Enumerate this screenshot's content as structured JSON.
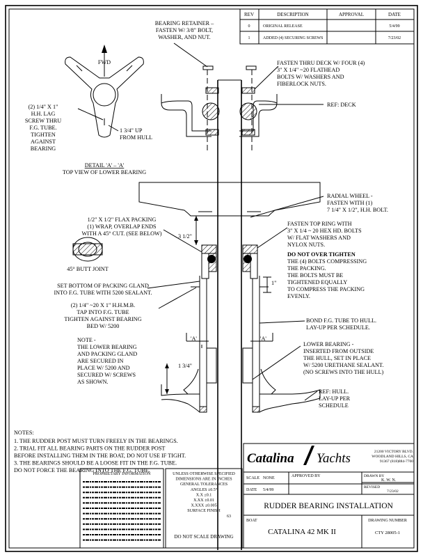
{
  "revisions": {
    "headers": [
      "REV",
      "DESCRIPTION",
      "APPROVAL",
      "DATE"
    ],
    "rows": [
      {
        "rev": "0",
        "description": "ORIGINAL RELEASE",
        "approval": "",
        "date": "5/4/99"
      },
      {
        "rev": "1",
        "description": "ADDED (4) SECURING SCREWS",
        "approval": "",
        "date": "7/23/02"
      }
    ]
  },
  "labels": {
    "bearing_retainer": [
      "BEARING RETAINER –",
      "FASTEN W/ 3/8\" BOLT,",
      "WASHER, AND NUT."
    ],
    "fwd": "FWD",
    "lag_screw": [
      "(2) 1/4\" X 1\"",
      "H.H. LAG",
      "SCREW THRU",
      "F.G. TUBE.",
      "TIGHTEN",
      "AGAINST",
      "BEARING"
    ],
    "up_from_hull": [
      "1 3/4\" UP",
      "FROM HULL"
    ],
    "detail_title": "DETAIL 'A' – 'A'",
    "detail_sub": "TOP VIEW OF LOWER BEARING",
    "fasten_deck": [
      "FASTEN THRU DECK W/ FOUR (4)",
      "3\" X  1/4\" ~20 FLATHEAD",
      "BOLTS W/ WASHERS AND",
      "FIBERLOCK NUTS."
    ],
    "ref_deck": "REF: DECK",
    "radial_wheel": [
      "RADIAL WHEEL -",
      "FASTEN WITH (1)",
      "7 1/4\" X 1/2\", H.H. BOLT."
    ],
    "flax_packing": [
      "1/2\" X 1/2\" FLAX PACKING",
      "(1) WRAP, OVERLAP ENDS",
      "WITH A 45° CUT. (SEE BELOW)"
    ],
    "butt_joint": "45° BUTT JOINT",
    "dim_3_half": "3 1/2\"",
    "fasten_top_ring": [
      "FASTEN TOP RING WITH",
      "3\" X 1/4 ~ 20 HEX HD. BOLTS",
      "W/ FLAT WASHERS AND",
      "NYLOX NUTS."
    ],
    "do_not_tighten": "DO NOT OVER TIGHTEN",
    "bolts_compress": [
      "THE (4) BOLTS COMPRESSING",
      "THE PACKING.",
      "THE BOLTS MUST BE",
      "TIGHTENED EQUALLY",
      "TO COMPRESS THE PACKING",
      "EVENLY."
    ],
    "dim_1": "1\"",
    "set_bottom": [
      "SET BOTTOM OF PACKING GLAND",
      "INTO F.G. TUBE WITH 5200 SEALANT."
    ],
    "hhmb": [
      "(2) 1/4\" ~20 X 1\" H.H.M.B.",
      "TAP INTO F.G. TUBE",
      "TIGHTEN AGAINST BEARING",
      "BED W/ 5200"
    ],
    "bond_tube": [
      "BOND F.G. TUBE TO HULL.",
      "LAY-UP PER SCHEDULE."
    ],
    "section_a": "'A'",
    "note_block": [
      "NOTE -",
      "THE LOWER BEARING",
      "AND PACKING GLAND",
      "ARE SECURED IN",
      "PLACE W/ 5200 AND",
      "SECURED W/ SCREWS",
      "AS SHOWN."
    ],
    "lower_bearing": [
      "LOWER BEARING -",
      "INSERTED FROM OUTSIDE",
      "THE HULL, SET IN PLACE",
      "W/ 5200 URETHANE SEALANT.",
      "(NO SCREWS INTO THE HULL)"
    ],
    "dim_1_34": "1 3/4\"",
    "ref_hull": [
      "REF: HULL.",
      "LAY-UP PER",
      "SCHEDULE"
    ]
  },
  "notes": {
    "title": "NOTES:",
    "items": [
      "1.  THE RUDDER POST MUST TURN FREELY IN THE BEARINGS.",
      "2.  TRIAL FIT ALL BEARING PARTS ON THE RUDDER POST",
      "     BEFORE INSTALLING THEM IN THE BOAT, DO NOT USE IF TIGHT.",
      "3.  THE BEARINGS SHOULD BE A LOOSE FIT IN THE F.G. TUBE.",
      "     DO NOT FORCE THE BEARING INTO THE F.G. TUBE."
    ]
  },
  "title_block": {
    "logo_left": "Catalina",
    "logo_right": "Yachts",
    "address": [
      "21200 VICTORY BLVD.",
      "WOODLAND HILLS, CA",
      "91367   (818)884-7700"
    ],
    "scale_label": "SCALE",
    "scale_value": "NONE",
    "approved_by_label": "APPROVED BY",
    "drawn_by_label": "DRAWN BY",
    "drawn_by_value": "K. W. N.",
    "revised_label": "REVISED",
    "revised_value": "7/23/02",
    "date_label": "DATE",
    "date_value": "5/4/99",
    "drawing_title": "RUDDER BEARING INSTALLATION",
    "boat_label": "BOAT",
    "boat_value": "CATALINA 42 MK II",
    "drawing_number_label": "DRAWING NUMBER",
    "drawing_number_value": "CTY 28005-1",
    "proprietary_title": "PROPRIETARY INFORMATION",
    "tolerance": [
      "UNLESS OTHERWISE SPECIFIED",
      "DIMENSIONS ARE IN INCHES",
      "GENERAL TOLERANCES",
      "ANGLES ±0.5°",
      "X.X ±0.1",
      "X.XX ±0.01",
      "X.XXX ±0.005",
      "SURFACE FINISH"
    ],
    "surface_finish_value": "63",
    "do_not_scale": "DO NOT SCALE DRAWING"
  }
}
